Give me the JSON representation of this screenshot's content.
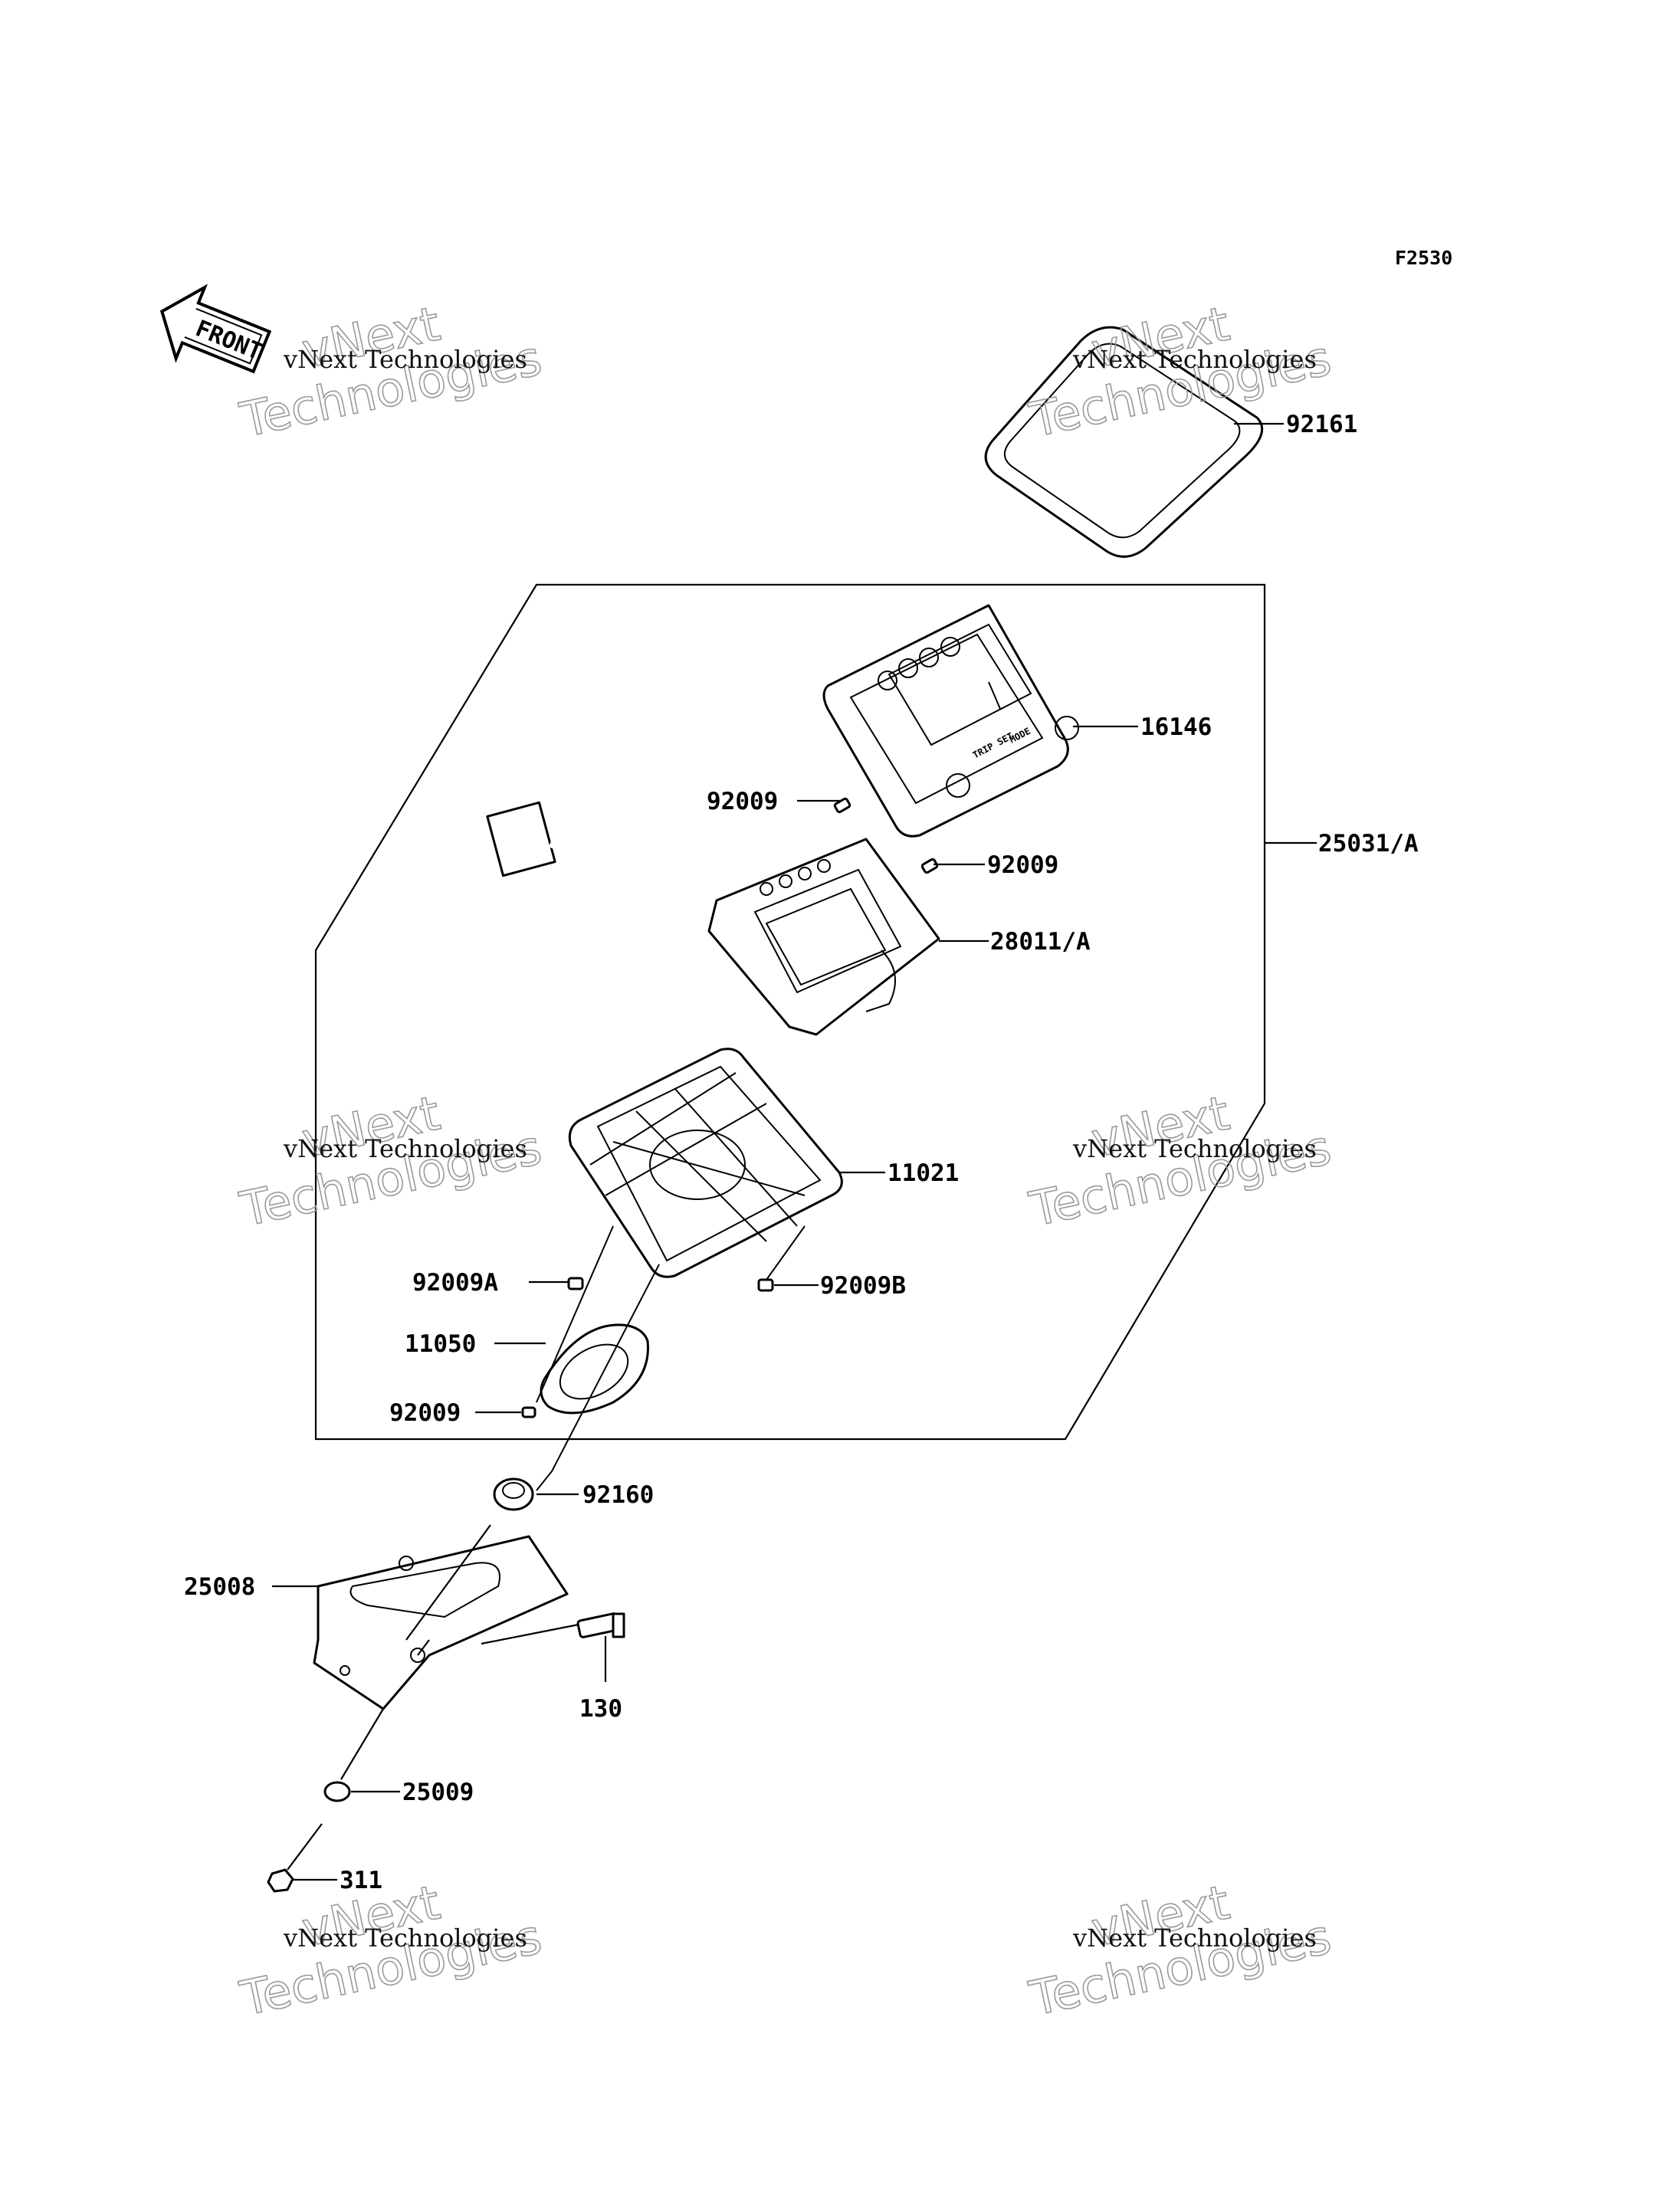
{
  "figure_id": "F2530",
  "front_label": "FRONT",
  "watermark": {
    "line1": "vNext",
    "line2": "Technologies",
    "small": "vNext Technologies"
  },
  "parts": {
    "p92161": "92161",
    "p16146": "16146",
    "p25031A": "25031/A",
    "p92009_upper_left": "92009",
    "p92009_upper_right": "92009",
    "p28011A": "28011/A",
    "p11021": "11021",
    "p92009A": "92009A",
    "p92009B": "92009B",
    "p11050": "11050",
    "p92009_lower": "92009",
    "p92160": "92160",
    "p25008": "25008",
    "p130": "130",
    "p25009": "25009",
    "p311": "311"
  },
  "meter_buttons": {
    "left": "TRIP SET",
    "right": "MODE"
  }
}
